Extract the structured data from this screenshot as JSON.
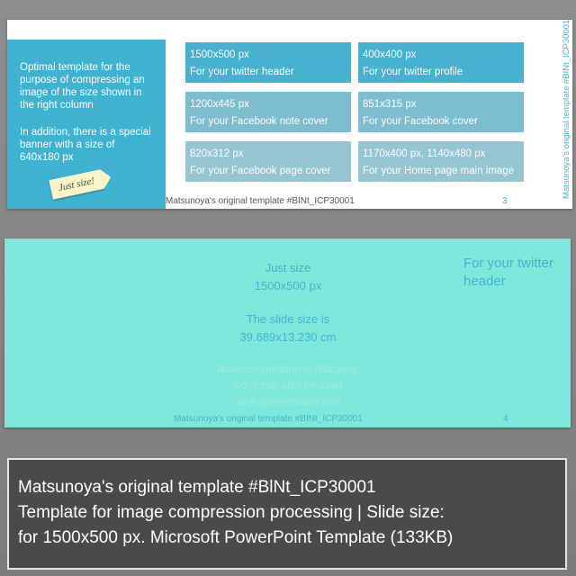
{
  "slide3": {
    "left_text_1": "Optimal template for the purpose of compressing an image of the size shown in the right column",
    "left_text_2": "In addition, there is a special banner with a size of 640x180 px",
    "tag_label": "Just size!",
    "boxes": [
      {
        "size": "1500x500 px",
        "desc": "For your twitter header"
      },
      {
        "size": "400x400 px",
        "desc": "For your twitter profile"
      },
      {
        "size": "1200x445 px",
        "desc": "For your Facebook note cover"
      },
      {
        "size": "851x315 px",
        "desc": "For your Facebook cover"
      },
      {
        "size": "820x312 px",
        "desc": "For your Facebook page cover"
      },
      {
        "size": "1170x400 px, 1140x480 px",
        "desc": "For your Home page main image"
      }
    ],
    "footer": "Matsunoya's original template #BINt_ICP30001",
    "page_number": "3",
    "vertical_text": "Matsunoya's original template #BINt_ICP30001",
    "colors": {
      "panel": "#3fb2d2",
      "box_top": "#46b1d0",
      "box_mid": "#7dbdd0",
      "box_bottom": "#93c5d3"
    }
  },
  "slide4": {
    "line1": "Just size",
    "line2": "1500x500 px",
    "line3": "The slide size is",
    "line4": "39.689x13.230 cm",
    "faint1": "Advance notation is attached.",
    "faint2": "So, it can also be used",
    "faint3": "as a presentation too!",
    "twitter_header": "For your twitter header",
    "footer": "Matsunoya's original template #BINt_ICP30001",
    "page_number": "4",
    "colors": {
      "background": "#7fe8dc",
      "text": "#3fb2d2"
    }
  },
  "caption": {
    "line1": "Matsunoya's original template #BlNt_ICP30001",
    "line2": "Template for image compression processing | Slide size:",
    "line3": "for 1500x500 px. Microsoft PowerPoint Template (133KB)"
  }
}
